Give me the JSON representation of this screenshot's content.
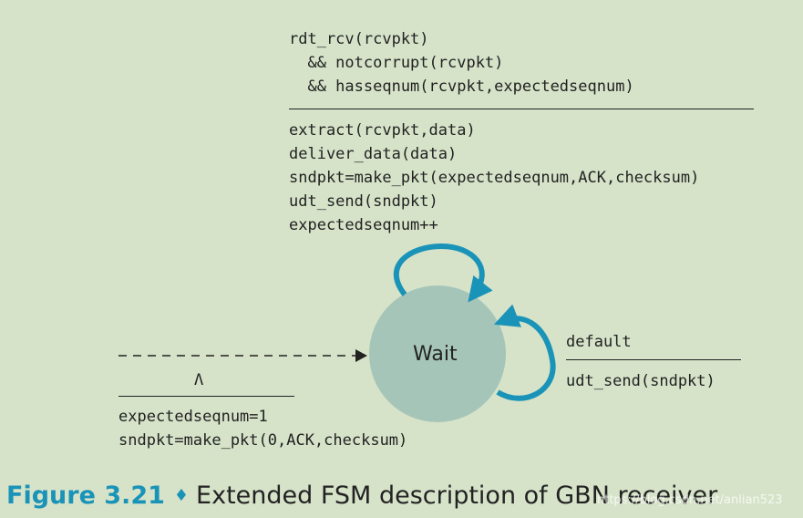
{
  "top_transition": {
    "event_lines": [
      "rdt_rcv(rcvpkt)",
      "  && notcorrupt(rcvpkt)",
      "  && hasseqnum(rcvpkt,expectedseqnum)"
    ],
    "action_lines": [
      "extract(rcvpkt,data)",
      "deliver_data(data)",
      "sndpkt=make_pkt(expectedseqnum,ACK,checksum)",
      "udt_send(sndpkt)",
      "expectedseqnum++"
    ]
  },
  "right_transition": {
    "event": "default",
    "action": "udt_send(sndpkt)"
  },
  "initial_transition": {
    "event": "Λ",
    "action_lines": [
      "expectedseqnum=1",
      "sndpkt=make_pkt(0,ACK,checksum)"
    ]
  },
  "state": {
    "name": "Wait",
    "fill_color": "#a6c5b9"
  },
  "arrow_color": "#1a93b8",
  "caption": {
    "figure_label": "Figure 3.21",
    "separator": "♦",
    "text": "Extended FSM description of GBN receiver"
  },
  "watermark": "https://blog.csdn.net/anlian523"
}
